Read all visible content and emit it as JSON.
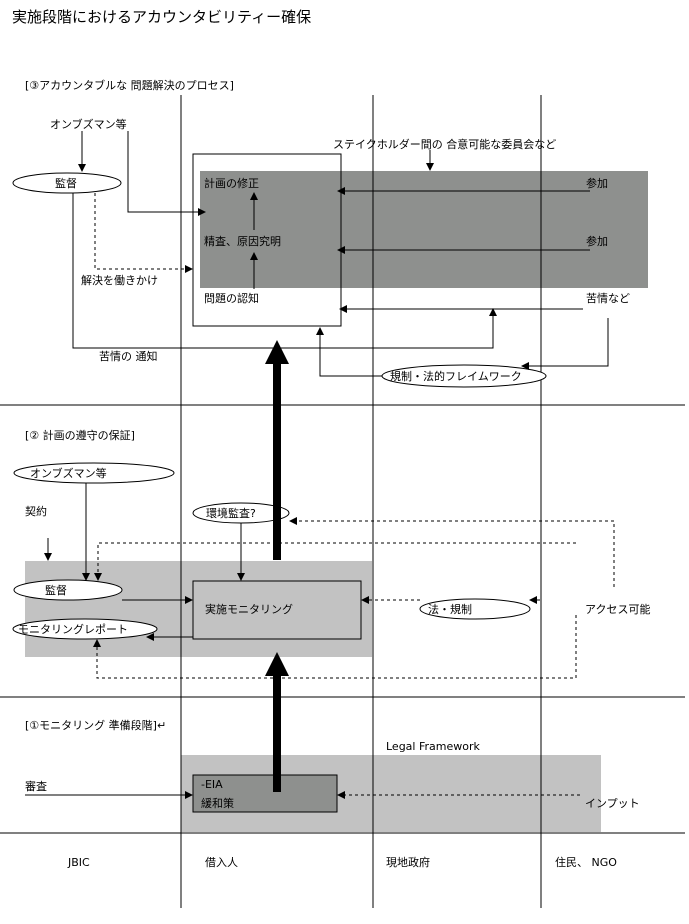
{
  "title": "実施段階におけるアカウンタビリティー確保",
  "section3": {
    "header": "[③アカウンタブルな 問題解決のプロセス]",
    "ombudsman": "オンブズマン等",
    "committee": "ステイクホルダー間の 合意可能な委員会など",
    "supervision": "監督",
    "plan_revision": "計画の修正",
    "investigation": "精査、原因究明",
    "problem_recognition": "問題の認知",
    "participation_1": "参加",
    "participation_2": "参加",
    "complaints": "苦情など",
    "urge_resolution": "解決を働きかけ",
    "complaint_notice": "苦情の 通知",
    "regulatory_framework": "規制・法的フレイムワーク"
  },
  "section2": {
    "header": "[② 計画の遵守の保証]",
    "ombudsman": "オンブズマン等",
    "contract": "契約",
    "env_audit": "環境監査?",
    "supervision": "監督",
    "implementation_monitoring": "実施モニタリング",
    "law_regulation": "法・規制",
    "accessible": "アクセス可能",
    "monitoring_report": "モニタリングレポート"
  },
  "section1": {
    "header": "[①モニタリング 準備段階]↵",
    "legal_framework": "Legal Framework",
    "review": "審査",
    "eia": "-EIA",
    "mitigation": "緩和策",
    "input": "インプット"
  },
  "columns": {
    "jbic": "JBIC",
    "borrower": "借入人",
    "local_gov": "現地政府",
    "residents": "住民、 NGO"
  }
}
